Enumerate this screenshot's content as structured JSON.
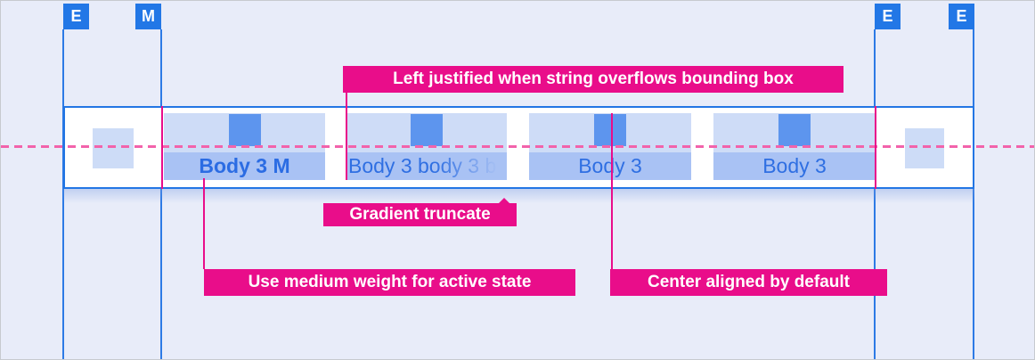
{
  "markers": [
    {
      "label": "E"
    },
    {
      "label": "M"
    },
    {
      "label": "E"
    },
    {
      "label": "E"
    }
  ],
  "tabbar": {
    "tabs": [
      {
        "label": "Body 3 M",
        "state": "active",
        "weight": "medium",
        "alignment": "center"
      },
      {
        "label": "Body 3 body 3 b",
        "state": "default",
        "truncation": "gradient",
        "alignment": "left"
      },
      {
        "label": "Body 3",
        "state": "default",
        "alignment": "center"
      },
      {
        "label": "Body 3",
        "state": "default",
        "alignment": "center"
      }
    ],
    "icon": "square-placeholder-icon",
    "leading_trailing": "square-placeholder"
  },
  "annotations": {
    "left_justified": "Left justified when string overflows bounding box",
    "gradient_truncate": "Gradient truncate",
    "medium_weight": "Use medium weight for active state",
    "center_aligned": "Center aligned by default"
  },
  "colors": {
    "background": "#e8ecf9",
    "marker_blue": "#2277e6",
    "grid_blue": "#2d7ae5",
    "bar_border_blue": "#2376e4",
    "tab_top_bg": "#cedcf7",
    "tab_label_bg": "#a9c2f4",
    "icon_blue": "#5d95ee",
    "tab_text_blue": "#2f6fe2",
    "annotation_magenta": "#e90d8a",
    "baseline_pink": "#f263ab"
  }
}
